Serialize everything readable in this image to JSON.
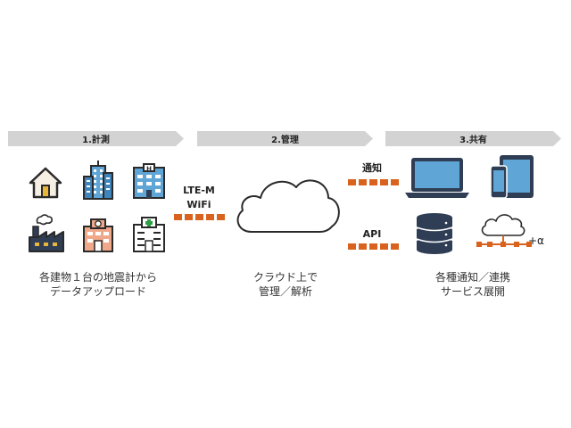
{
  "steps": {
    "s1": "1.計測",
    "s2": "2.管理",
    "s3": "3.共有"
  },
  "network": {
    "line1": "LTE-M",
    "line2": "WiFi"
  },
  "share": {
    "notify": "通知",
    "api": "API",
    "plus": "+α"
  },
  "captions": {
    "measure_line1": "各建物１台の地震計から",
    "measure_line2": "データアップロード",
    "manage_line1": "クラウド上で",
    "manage_line2": "管理／解析",
    "share_line1": "各種通知／連携",
    "share_line2": "サービス展開"
  },
  "colors": {
    "accent_orange": "#d9631e",
    "arrow_gray": "#d3d3d3",
    "blue": "#4a8fc2",
    "dark_navy": "#2f3e55",
    "salmon": "#f0a88a"
  }
}
